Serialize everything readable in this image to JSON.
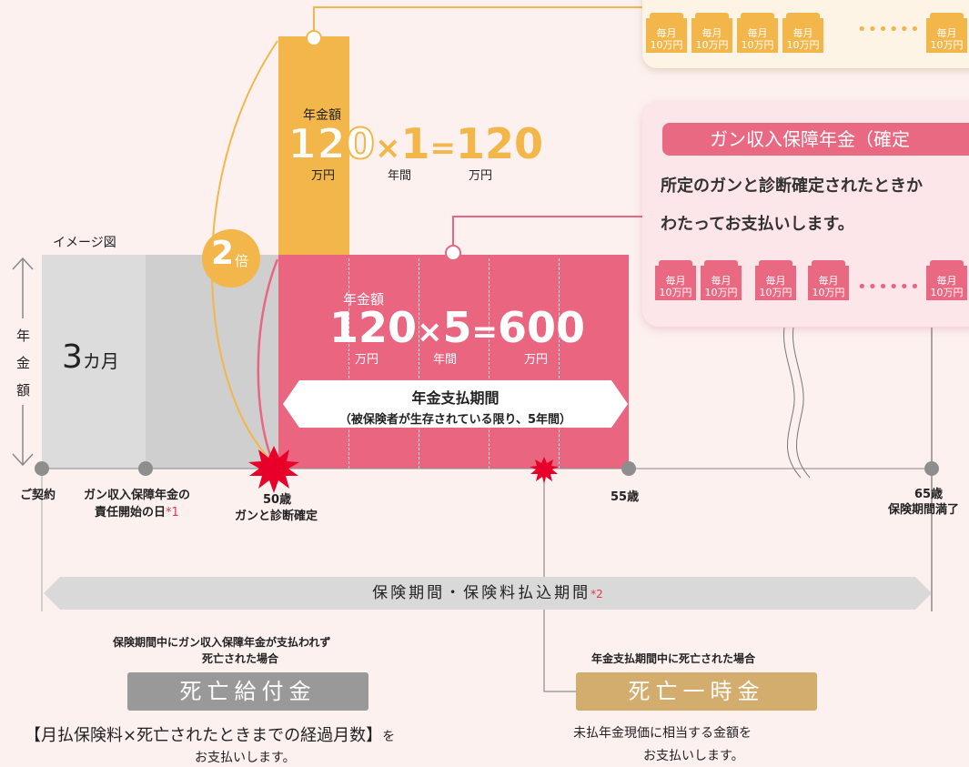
{
  "top_card": {
    "chip_line1": "毎月",
    "chip_line2": "10万円"
  },
  "mid_card": {
    "title": "ガン収入保障年金（確定",
    "text_line1": "所定のガンと診断確定されたときか",
    "text_line2": "わたってお支払いします。",
    "chip_line1": "毎月",
    "chip_line2": "10万円"
  },
  "image_label": "イメージ図",
  "axis_label_chars": [
    "年",
    "金",
    "額"
  ],
  "three_months": {
    "number": "3",
    "unit": "カ月"
  },
  "double": {
    "number": "2",
    "unit": "倍"
  },
  "orange_formula": {
    "label": "年金額",
    "amount": "120",
    "times": "×",
    "years": "1",
    "equals": "=",
    "total": "120",
    "amount_unit": "万円",
    "years_unit": "年間",
    "total_unit": "万円"
  },
  "pink_formula": {
    "label": "年金額",
    "amount": "120",
    "times": "×",
    "years": "5",
    "equals": "=",
    "total": "600",
    "amount_unit": "万円",
    "years_unit": "年間",
    "total_unit": "万円"
  },
  "payment_period": {
    "title": "年金支払期間",
    "subtitle": "（被保険者が生存されている限り、5年間）"
  },
  "timeline": {
    "contract": "ご契約",
    "start_line1": "ガン収入保障年金の",
    "start_line2": "責任開始の日",
    "start_note": "*1",
    "diagnosis_age": "50歳",
    "diagnosis_text": "ガンと診断確定",
    "age55": "55歳",
    "age65": "65歳",
    "end_text": "保険期間満了"
  },
  "insurance_period": {
    "label": "保険期間・保険料払込期間",
    "note": "*2"
  },
  "death_benefit": {
    "caption_line1": "保険期間中にガン収入保障年金が支払われず",
    "caption_line2": "死亡された場合",
    "button": "死亡給付金",
    "desc_line1": "【月払保険料×死亡されたときまでの経過月数】",
    "desc_suffix": "を",
    "desc_line2": "お支払いします。"
  },
  "lump_sum": {
    "caption": "年金支払期間中に死亡された場合",
    "button": "死亡一時金",
    "desc_line1": "未払年金現価に相当する金額を",
    "desc_line2": "お支払いします。"
  },
  "colors": {
    "orange": "#f2b64a",
    "pink": "#ea6680",
    "gold": "#d3ad6e",
    "gray": "#999999",
    "red_note": "#e8354f"
  }
}
